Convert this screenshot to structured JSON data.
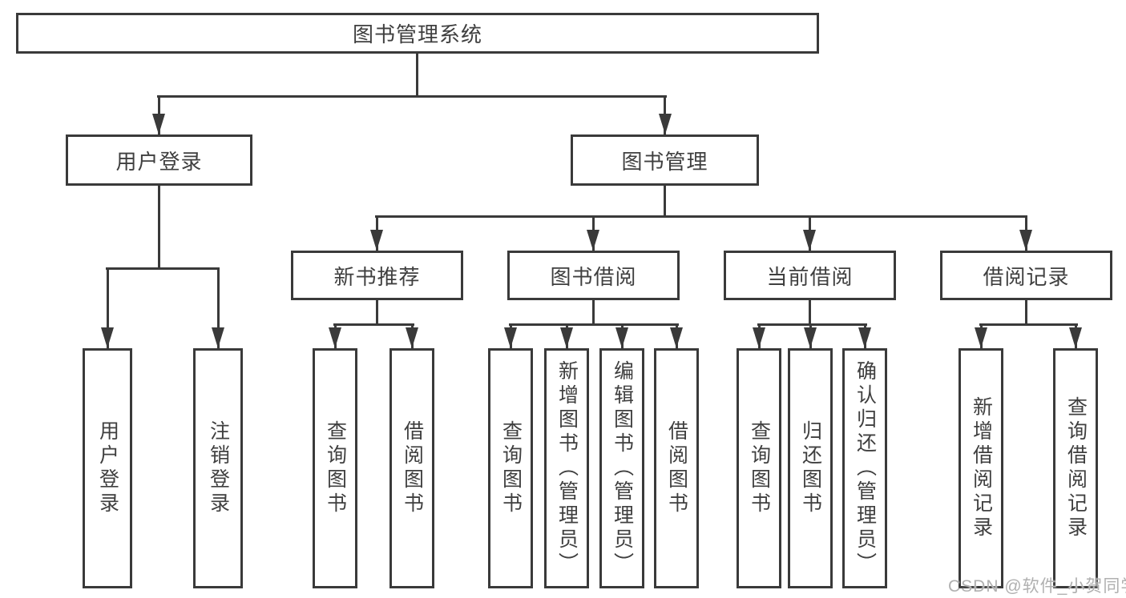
{
  "tree": {
    "root": "图书管理系统",
    "branches": [
      {
        "label": "用户登录",
        "children": [
          "用户登录",
          "注销登录"
        ]
      },
      {
        "label": "图书管理",
        "sections": [
          {
            "label": "新书推荐",
            "children": [
              "查询图书",
              "借阅图书"
            ]
          },
          {
            "label": "图书借阅",
            "children": [
              "查询图书",
              "新增图书（管理员）",
              "编辑图书（管理员）",
              "借阅图书"
            ]
          },
          {
            "label": "当前借阅",
            "children": [
              "查询图书",
              "归还图书",
              "确认归还（管理员）"
            ]
          },
          {
            "label": "借阅记录",
            "children": [
              "新增借阅记录",
              "查询借阅记录"
            ]
          }
        ]
      }
    ]
  },
  "watermark": "CSDN @软件_小贺同学",
  "colors": {
    "line": "#3a3a3a",
    "text": "#3f3f3f",
    "bg": "#ffffff",
    "watermark": "#b0b0b0"
  }
}
